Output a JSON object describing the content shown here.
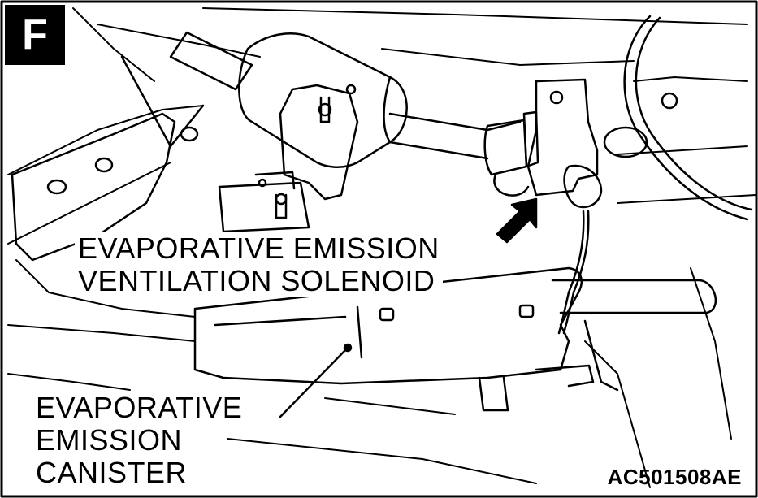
{
  "figure": {
    "badge": "F",
    "callouts": {
      "solenoid": [
        "EVAPORATIVE EMISSION",
        "VENTILATION SOLENOID"
      ],
      "canister": [
        "EVAPORATIVE",
        "EMISSION",
        "CANISTER"
      ]
    },
    "figure_code": "AC501508AE"
  }
}
